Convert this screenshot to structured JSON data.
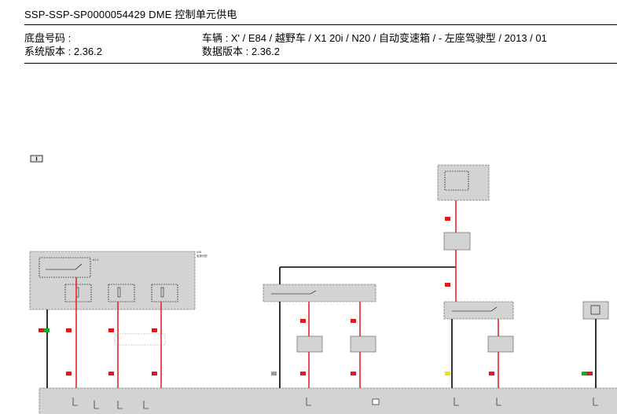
{
  "header": {
    "title": "SSP-SSP-SP0000054429  DME 控制单元供电",
    "chassis_label": "底盘号码 :",
    "system_version_label": "系统版本 :",
    "system_version_value": "2.36.2",
    "vehicle_label": "车辆 :",
    "vehicle_value": "X' / E84 / 越野车 / X1 20i / N20 / 自动变速箱 / - 左座驾驶型 / 2013 / 01",
    "data_version_label": "数据版本 :",
    "data_version_value": "2.36.2"
  },
  "colors": {
    "wire_red": "#e8262a",
    "wire_black": "#000000",
    "module_fill": "#d3d3d3",
    "block_red": "#e01a1a",
    "block_green": "#1fa62a",
    "block_yellow": "#f0e020",
    "block_gray": "#9a9a9a",
    "link_blue": "#1a33cc"
  },
  "icons": [
    "info-icon",
    "connector-icon"
  ]
}
